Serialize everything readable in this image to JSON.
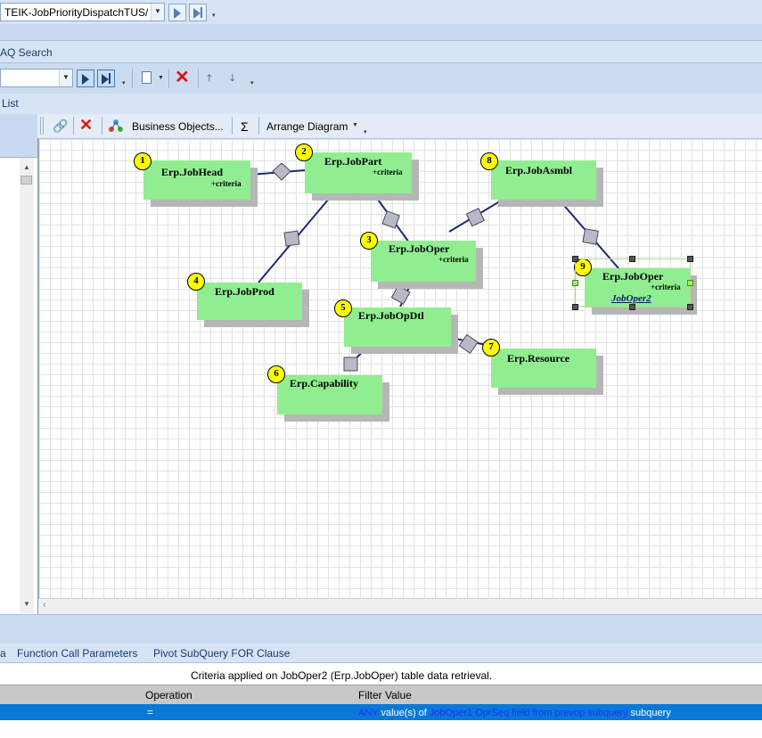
{
  "top": {
    "query_name": "TEIK-JobPriorityDispatchTUS/"
  },
  "search_band": {
    "label": "AQ Search"
  },
  "list_band": {
    "label": "List"
  },
  "diagram_toolbar": {
    "business_objects": "Business Objects...",
    "sigma": "Σ",
    "arrange": "Arrange Diagram"
  },
  "nodes": [
    {
      "num": "1",
      "name": "Erp.JobHead",
      "criteria": "+criteria"
    },
    {
      "num": "2",
      "name": "Erp.JobPart",
      "criteria": "+criteria"
    },
    {
      "num": "3",
      "name": "Erp.JobOper",
      "criteria": "+criteria"
    },
    {
      "num": "4",
      "name": "Erp.JobProd"
    },
    {
      "num": "5",
      "name": "Erp.JobOpDtl"
    },
    {
      "num": "6",
      "name": "Erp.Capability"
    },
    {
      "num": "7",
      "name": "Erp.Resource"
    },
    {
      "num": "8",
      "name": "Erp.JobAsmbl"
    },
    {
      "num": "9",
      "name": "Erp.JobOper",
      "criteria": "+criteria",
      "alias": "JobOper2"
    }
  ],
  "bottom_tabs": [
    "a",
    "Function Call Parameters",
    "Pivot SubQuery FOR Clause"
  ],
  "criteria_info": "Criteria applied on JobOper2 (Erp.JobOper)  table data retrieval.",
  "grid": {
    "headers": {
      "operation": "Operation",
      "filter": "Filter Value"
    },
    "row": {
      "operation": "=",
      "any": "ANY",
      "values_of": " value(s) of ",
      "table": "JobOper1",
      "field": " OprSeq field from prevop subquery",
      "subquery": " subquery"
    }
  },
  "colors": {
    "accent": "#0a78d7",
    "node": "#90ee90",
    "badge": "#ffff00",
    "link": "#1e2a6e"
  }
}
